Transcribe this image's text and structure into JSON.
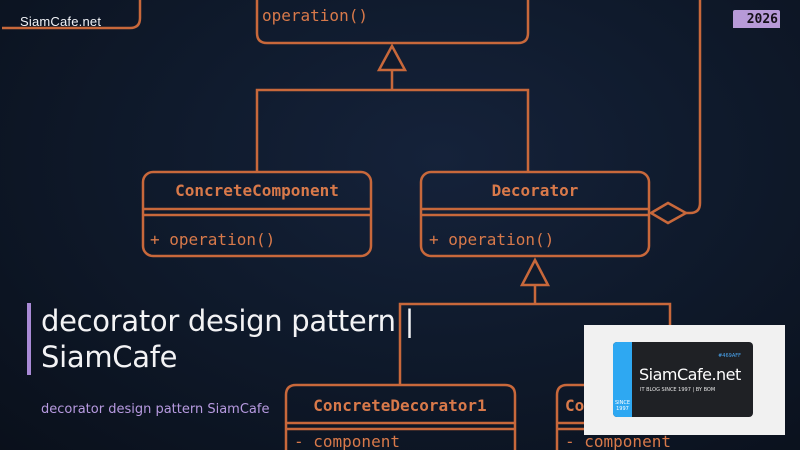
{
  "site_tag": "SiamCafe.net",
  "year_badge": "2026",
  "title_line1": "decorator design pattern |",
  "title_line2": "SiamCafe",
  "subtitle": "decorator design pattern SiamCafe",
  "logo": {
    "name_main": "SiamCafe",
    "name_tld": ".net",
    "tagline": "IT BLOG SINCE 1997 | BY BOM",
    "hex_code": "#469AFF",
    "since_label": "SINCE",
    "since_year": "1997"
  },
  "uml": {
    "component_method": "operation()",
    "concrete_component": {
      "name": "ConcreteComponent",
      "method": "+ operation()"
    },
    "decorator": {
      "name": "Decorator",
      "method": "+ operation()"
    },
    "concrete_decorator_1": {
      "name": "ConcreteDecorator1",
      "field": "- component"
    },
    "concrete_decorator_2": {
      "name": "Co",
      "field": "- component"
    }
  },
  "colors": {
    "uml_stroke": "#c8683b",
    "uml_text": "#d8794a",
    "accent_purple": "#a98ad6",
    "logo_blue": "#2ea8f2",
    "background": "#0c1320"
  }
}
